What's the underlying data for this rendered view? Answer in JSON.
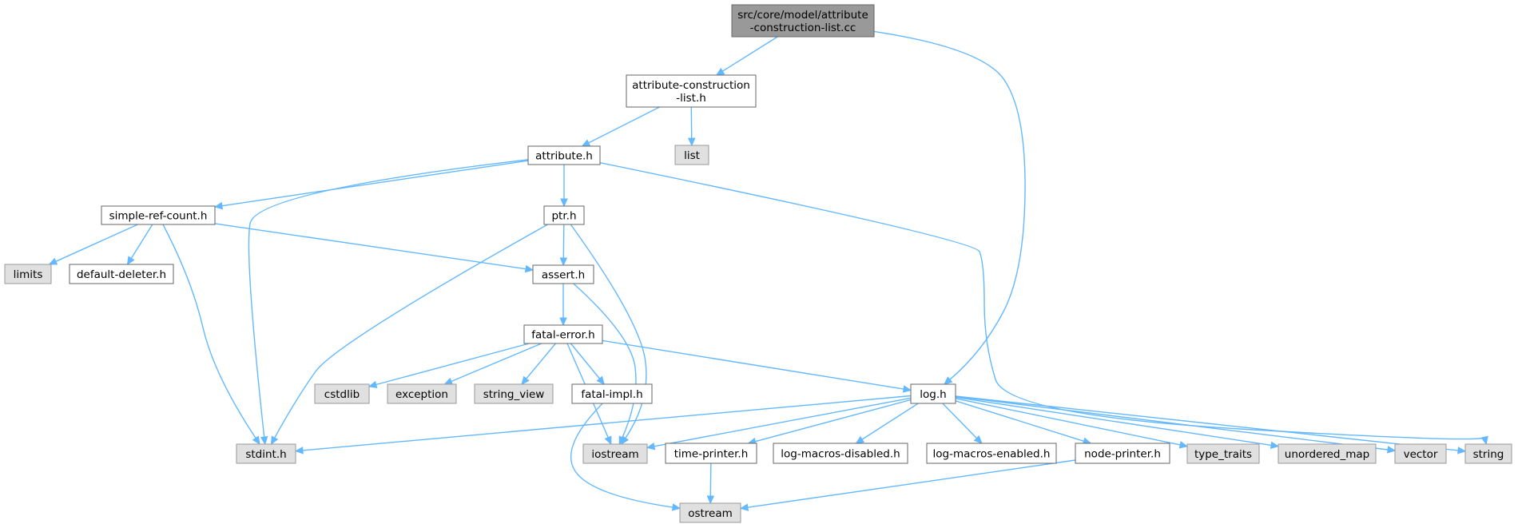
{
  "colors": {
    "edge": "#63b8ff",
    "root_fill": "#999999",
    "header_fill": "#ffffff",
    "system_fill": "#e0e0e0",
    "header_border": "#666666",
    "system_border": "#999999"
  },
  "nodes": [
    {
      "id": "root",
      "lines": [
        "src/core/model/attribute",
        "-construction-list.cc"
      ],
      "kind": "root"
    },
    {
      "id": "acl",
      "lines": [
        "attribute-construction",
        "-list.h"
      ],
      "kind": "header"
    },
    {
      "id": "list",
      "lines": [
        "list"
      ],
      "kind": "system"
    },
    {
      "id": "attribute",
      "lines": [
        "attribute.h"
      ],
      "kind": "header"
    },
    {
      "id": "simple-ref-count",
      "lines": [
        "simple-ref-count.h"
      ],
      "kind": "header"
    },
    {
      "id": "ptr",
      "lines": [
        "ptr.h"
      ],
      "kind": "header"
    },
    {
      "id": "limits",
      "lines": [
        "limits"
      ],
      "kind": "system"
    },
    {
      "id": "default-deleter",
      "lines": [
        "default-deleter.h"
      ],
      "kind": "header"
    },
    {
      "id": "assert",
      "lines": [
        "assert.h"
      ],
      "kind": "header"
    },
    {
      "id": "fatal-error",
      "lines": [
        "fatal-error.h"
      ],
      "kind": "header"
    },
    {
      "id": "cstdlib",
      "lines": [
        "cstdlib"
      ],
      "kind": "system"
    },
    {
      "id": "exception",
      "lines": [
        "exception"
      ],
      "kind": "system"
    },
    {
      "id": "string_view",
      "lines": [
        "string_view"
      ],
      "kind": "system"
    },
    {
      "id": "fatal-impl",
      "lines": [
        "fatal-impl.h"
      ],
      "kind": "header"
    },
    {
      "id": "log",
      "lines": [
        "log.h"
      ],
      "kind": "header"
    },
    {
      "id": "stdint",
      "lines": [
        "stdint.h"
      ],
      "kind": "system"
    },
    {
      "id": "iostream",
      "lines": [
        "iostream"
      ],
      "kind": "system"
    },
    {
      "id": "time-printer",
      "lines": [
        "time-printer.h"
      ],
      "kind": "header"
    },
    {
      "id": "log-macros-disabled",
      "lines": [
        "log-macros-disabled.h"
      ],
      "kind": "header"
    },
    {
      "id": "log-macros-enabled",
      "lines": [
        "log-macros-enabled.h"
      ],
      "kind": "header"
    },
    {
      "id": "node-printer",
      "lines": [
        "node-printer.h"
      ],
      "kind": "header"
    },
    {
      "id": "type_traits",
      "lines": [
        "type_traits"
      ],
      "kind": "system"
    },
    {
      "id": "unordered_map",
      "lines": [
        "unordered_map"
      ],
      "kind": "system"
    },
    {
      "id": "vector",
      "lines": [
        "vector"
      ],
      "kind": "system"
    },
    {
      "id": "string",
      "lines": [
        "string"
      ],
      "kind": "system"
    },
    {
      "id": "ostream",
      "lines": [
        "ostream"
      ],
      "kind": "system"
    }
  ],
  "edges": [
    {
      "from": "root",
      "to": "acl"
    },
    {
      "from": "root",
      "to": "log"
    },
    {
      "from": "acl",
      "to": "attribute"
    },
    {
      "from": "acl",
      "to": "list"
    },
    {
      "from": "attribute",
      "to": "simple-ref-count"
    },
    {
      "from": "attribute",
      "to": "ptr"
    },
    {
      "from": "attribute",
      "to": "stdint"
    },
    {
      "from": "attribute",
      "to": "string"
    },
    {
      "from": "simple-ref-count",
      "to": "limits"
    },
    {
      "from": "simple-ref-count",
      "to": "default-deleter"
    },
    {
      "from": "simple-ref-count",
      "to": "assert"
    },
    {
      "from": "simple-ref-count",
      "to": "stdint"
    },
    {
      "from": "ptr",
      "to": "assert"
    },
    {
      "from": "ptr",
      "to": "stdint"
    },
    {
      "from": "ptr",
      "to": "iostream"
    },
    {
      "from": "assert",
      "to": "fatal-error"
    },
    {
      "from": "assert",
      "to": "iostream"
    },
    {
      "from": "fatal-error",
      "to": "cstdlib"
    },
    {
      "from": "fatal-error",
      "to": "exception"
    },
    {
      "from": "fatal-error",
      "to": "string_view"
    },
    {
      "from": "fatal-error",
      "to": "fatal-impl"
    },
    {
      "from": "fatal-error",
      "to": "log"
    },
    {
      "from": "fatal-error",
      "to": "iostream"
    },
    {
      "from": "fatal-impl",
      "to": "ostream"
    },
    {
      "from": "log",
      "to": "stdint"
    },
    {
      "from": "log",
      "to": "iostream"
    },
    {
      "from": "log",
      "to": "time-printer"
    },
    {
      "from": "log",
      "to": "log-macros-disabled"
    },
    {
      "from": "log",
      "to": "log-macros-enabled"
    },
    {
      "from": "log",
      "to": "node-printer"
    },
    {
      "from": "log",
      "to": "type_traits"
    },
    {
      "from": "log",
      "to": "unordered_map"
    },
    {
      "from": "log",
      "to": "vector"
    },
    {
      "from": "log",
      "to": "string"
    },
    {
      "from": "time-printer",
      "to": "ostream"
    },
    {
      "from": "node-printer",
      "to": "ostream"
    }
  ]
}
